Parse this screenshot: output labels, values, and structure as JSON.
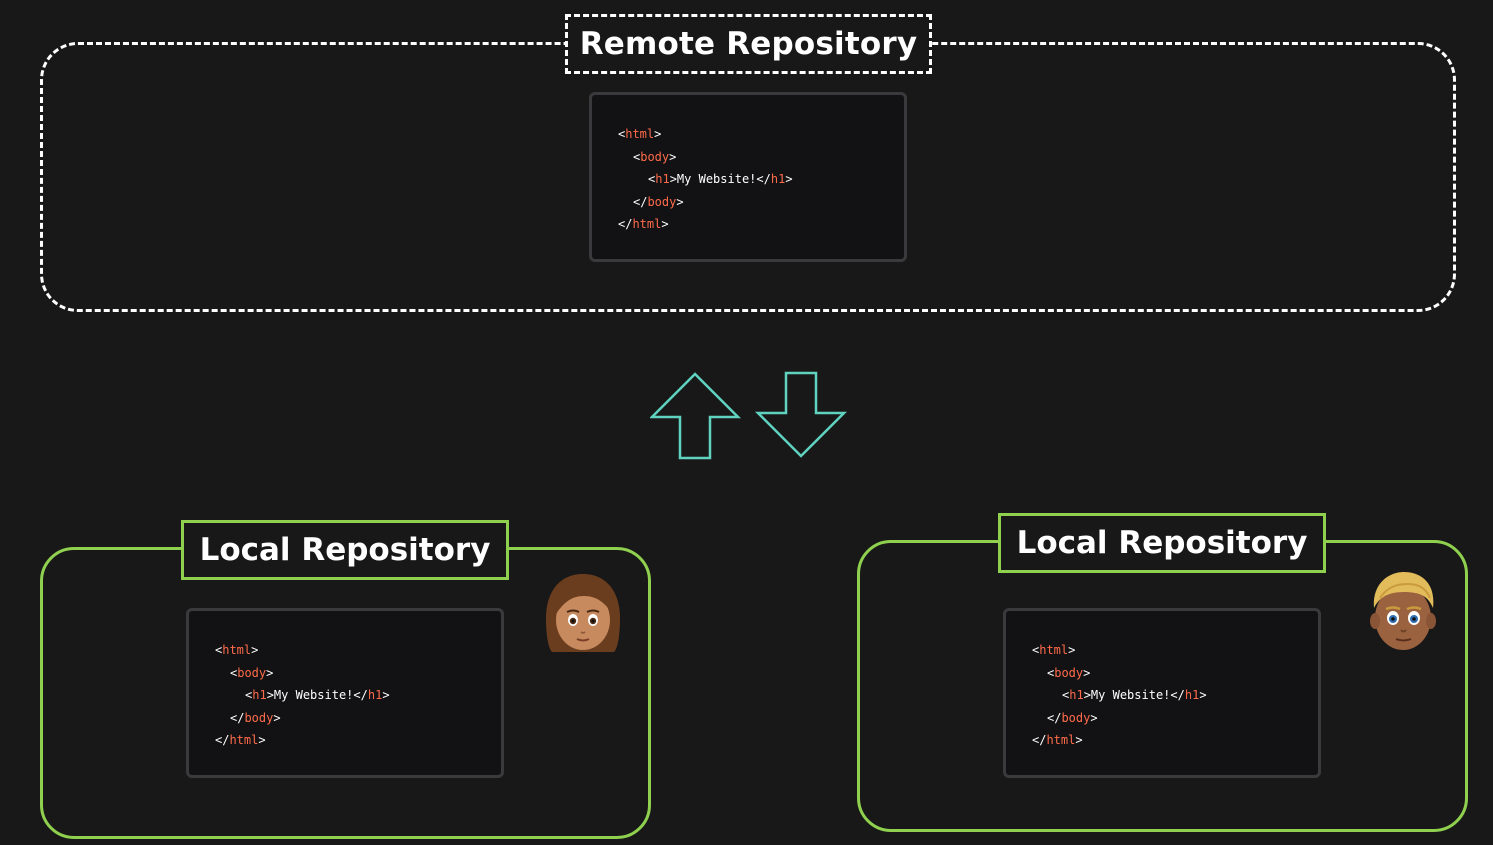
{
  "remote": {
    "title": "Remote Repository",
    "code": [
      {
        "indent": 0,
        "open": "<",
        "tag": "html",
        "close": ">",
        "text": "",
        "end_tag": ""
      },
      {
        "indent": 1,
        "open": "<",
        "tag": "body",
        "close": ">",
        "text": "",
        "end_tag": ""
      },
      {
        "indent": 2,
        "open": "<",
        "tag": "h1",
        "close": ">",
        "text": "My Website!",
        "end_tag": "h1"
      },
      {
        "indent": 1,
        "open": "</",
        "tag": "body",
        "close": ">",
        "text": "",
        "end_tag": ""
      },
      {
        "indent": 0,
        "open": "</",
        "tag": "html",
        "close": ">",
        "text": "",
        "end_tag": ""
      }
    ]
  },
  "local_left": {
    "title": "Local Repository",
    "avatar_icon": "woman-emoji-icon",
    "code": [
      {
        "indent": 0,
        "open": "<",
        "tag": "html",
        "close": ">",
        "text": "",
        "end_tag": ""
      },
      {
        "indent": 1,
        "open": "<",
        "tag": "body",
        "close": ">",
        "text": "",
        "end_tag": ""
      },
      {
        "indent": 2,
        "open": "<",
        "tag": "h1",
        "close": ">",
        "text": "My Website!",
        "end_tag": "h1"
      },
      {
        "indent": 1,
        "open": "</",
        "tag": "body",
        "close": ">",
        "text": "",
        "end_tag": ""
      },
      {
        "indent": 0,
        "open": "</",
        "tag": "html",
        "close": ">",
        "text": "",
        "end_tag": ""
      }
    ]
  },
  "local_right": {
    "title": "Local Repository",
    "avatar_icon": "man-emoji-icon",
    "code": [
      {
        "indent": 0,
        "open": "<",
        "tag": "html",
        "close": ">",
        "text": "",
        "end_tag": ""
      },
      {
        "indent": 1,
        "open": "<",
        "tag": "body",
        "close": ">",
        "text": "",
        "end_tag": ""
      },
      {
        "indent": 2,
        "open": "<",
        "tag": "h1",
        "close": ">",
        "text": "My Website!",
        "end_tag": "h1"
      },
      {
        "indent": 1,
        "open": "</",
        "tag": "body",
        "close": ">",
        "text": "",
        "end_tag": ""
      },
      {
        "indent": 0,
        "open": "</",
        "tag": "html",
        "close": ">",
        "text": "",
        "end_tag": ""
      }
    ]
  },
  "arrows": {
    "push_icon": "arrow-up-icon",
    "pull_icon": "arrow-down-icon",
    "color": "#5fd3c0"
  },
  "colors": {
    "background": "#181818",
    "remote_border": "#ffffff",
    "local_border": "#8fd14f",
    "code_tag": "#ff6b4a"
  }
}
